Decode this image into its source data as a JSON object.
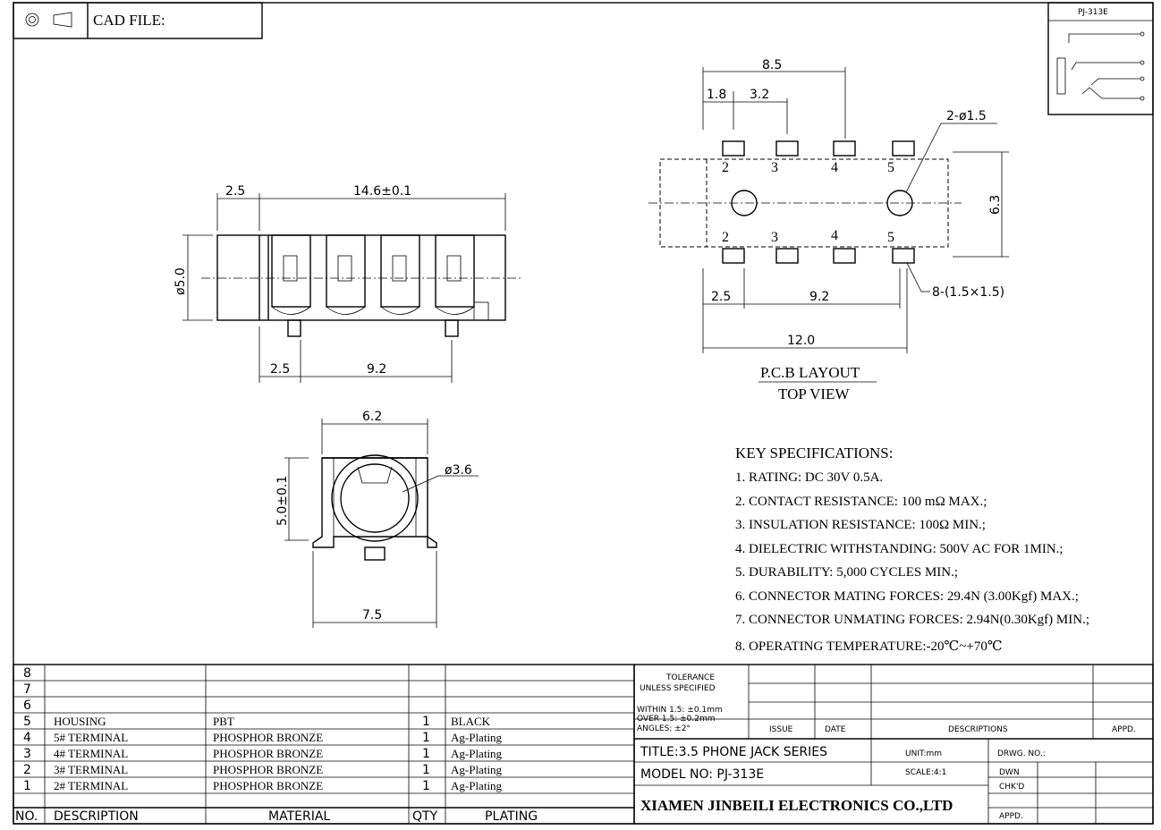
{
  "header": {
    "cad_file_label": "CAD FILE:",
    "corner_label": "PJ-313E"
  },
  "side_view": {
    "dim_top_left": "2.5",
    "dim_top_right": "14.6±0.1",
    "dim_diameter": "ø5.0",
    "dim_bottom_left": "2.5",
    "dim_bottom_right": "9.2"
  },
  "front_view": {
    "dim_top": "6.2",
    "dim_diameter": "ø3.6",
    "dim_height": "5.0±0.1",
    "dim_bottom": "7.5"
  },
  "pcb_layout": {
    "dim_8_5": "8.5",
    "dim_1_8": "1.8",
    "dim_3_2": "3.2",
    "holes_label": "2-ø1.5",
    "dim_6_3": "6.3",
    "pads_label": "8-(1.5×1.5)",
    "dim_2_5": "2.5",
    "dim_9_2": "9.2",
    "dim_12_0": "12.0",
    "top_pin_numbers": [
      "2",
      "3",
      "4",
      "5"
    ],
    "bottom_pin_numbers": [
      "2",
      "3",
      "4",
      "5"
    ],
    "caption_1": "P.C.B LAYOUT",
    "caption_2": "TOP VIEW"
  },
  "key_specifications": {
    "title": "KEY SPECIFICATIONS:",
    "items": [
      "1. RATING: DC 30V 0.5A.",
      "2. CONTACT RESISTANCE: 100 mΩ  MAX.;",
      "3. INSULATION RESISTANCE: 100Ω MIN.;",
      "4. DIELECTRIC WITHSTANDING: 500V AC FOR 1MIN.;",
      "5. DURABILITY: 5,000 CYCLES MIN.;",
      "6. CONNECTOR MATING FORCES: 29.4N (3.00Kgf) MAX.;",
      "7. CONNECTOR UNMATING FORCES: 2.94N(0.30Kgf) MIN.;",
      "8. OPERATING TEMPERATURE:-20℃~+70℃"
    ]
  },
  "bom": {
    "rows": [
      {
        "no": "8",
        "description": "",
        "material": "",
        "qty": "",
        "plating": ""
      },
      {
        "no": "7",
        "description": "",
        "material": "",
        "qty": "",
        "plating": ""
      },
      {
        "no": "6",
        "description": "",
        "material": "",
        "qty": "",
        "plating": ""
      },
      {
        "no": "5",
        "description": "HOUSING",
        "material": "PBT",
        "qty": "1",
        "plating": "BLACK"
      },
      {
        "no": "4",
        "description": "5# TERMINAL",
        "material": "PHOSPHOR BRONZE",
        "qty": "1",
        "plating": "Ag-Plating"
      },
      {
        "no": "3",
        "description": "4# TERMINAL",
        "material": "PHOSPHOR BRONZE",
        "qty": "1",
        "plating": "Ag-Plating"
      },
      {
        "no": "2",
        "description": "3# TERMINAL",
        "material": "PHOSPHOR BRONZE",
        "qty": "1",
        "plating": "Ag-Plating"
      },
      {
        "no": "1",
        "description": "2# TERMINAL",
        "material": "PHOSPHOR BRONZE",
        "qty": "1",
        "plating": "Ag-Plating"
      }
    ],
    "header": {
      "no": "NO.",
      "description": "DESCRIPTION",
      "material": "MATERIAL",
      "qty": "QTY",
      "plating": "PLATING"
    }
  },
  "title_block": {
    "tolerance_1": "TOLERANCE",
    "tolerance_2": "UNLESS SPECIFIED",
    "within": "WITHIN 1.5: ±0.1mm",
    "over": "OVER 1.5:  ±0.2mm",
    "angles": "ANGLES: ±2°",
    "issue": "ISSUE",
    "date": "DATE",
    "descriptions": "DESCRIPTIONS",
    "appd": "APPD.",
    "title": "TITLE:3.5 PHONE JACK SERIES",
    "unit": "UNIT:mm",
    "drwg_no": "DRWG. NO.:",
    "model_no": "MODEL NO: PJ-313E",
    "scale": "SCALE:4:1",
    "dwn": "DWN",
    "chkd": "CHK'D",
    "appd2": "APPD.",
    "company": "XIAMEN JINBEILI ELECTRONICS CO.,LTD"
  }
}
